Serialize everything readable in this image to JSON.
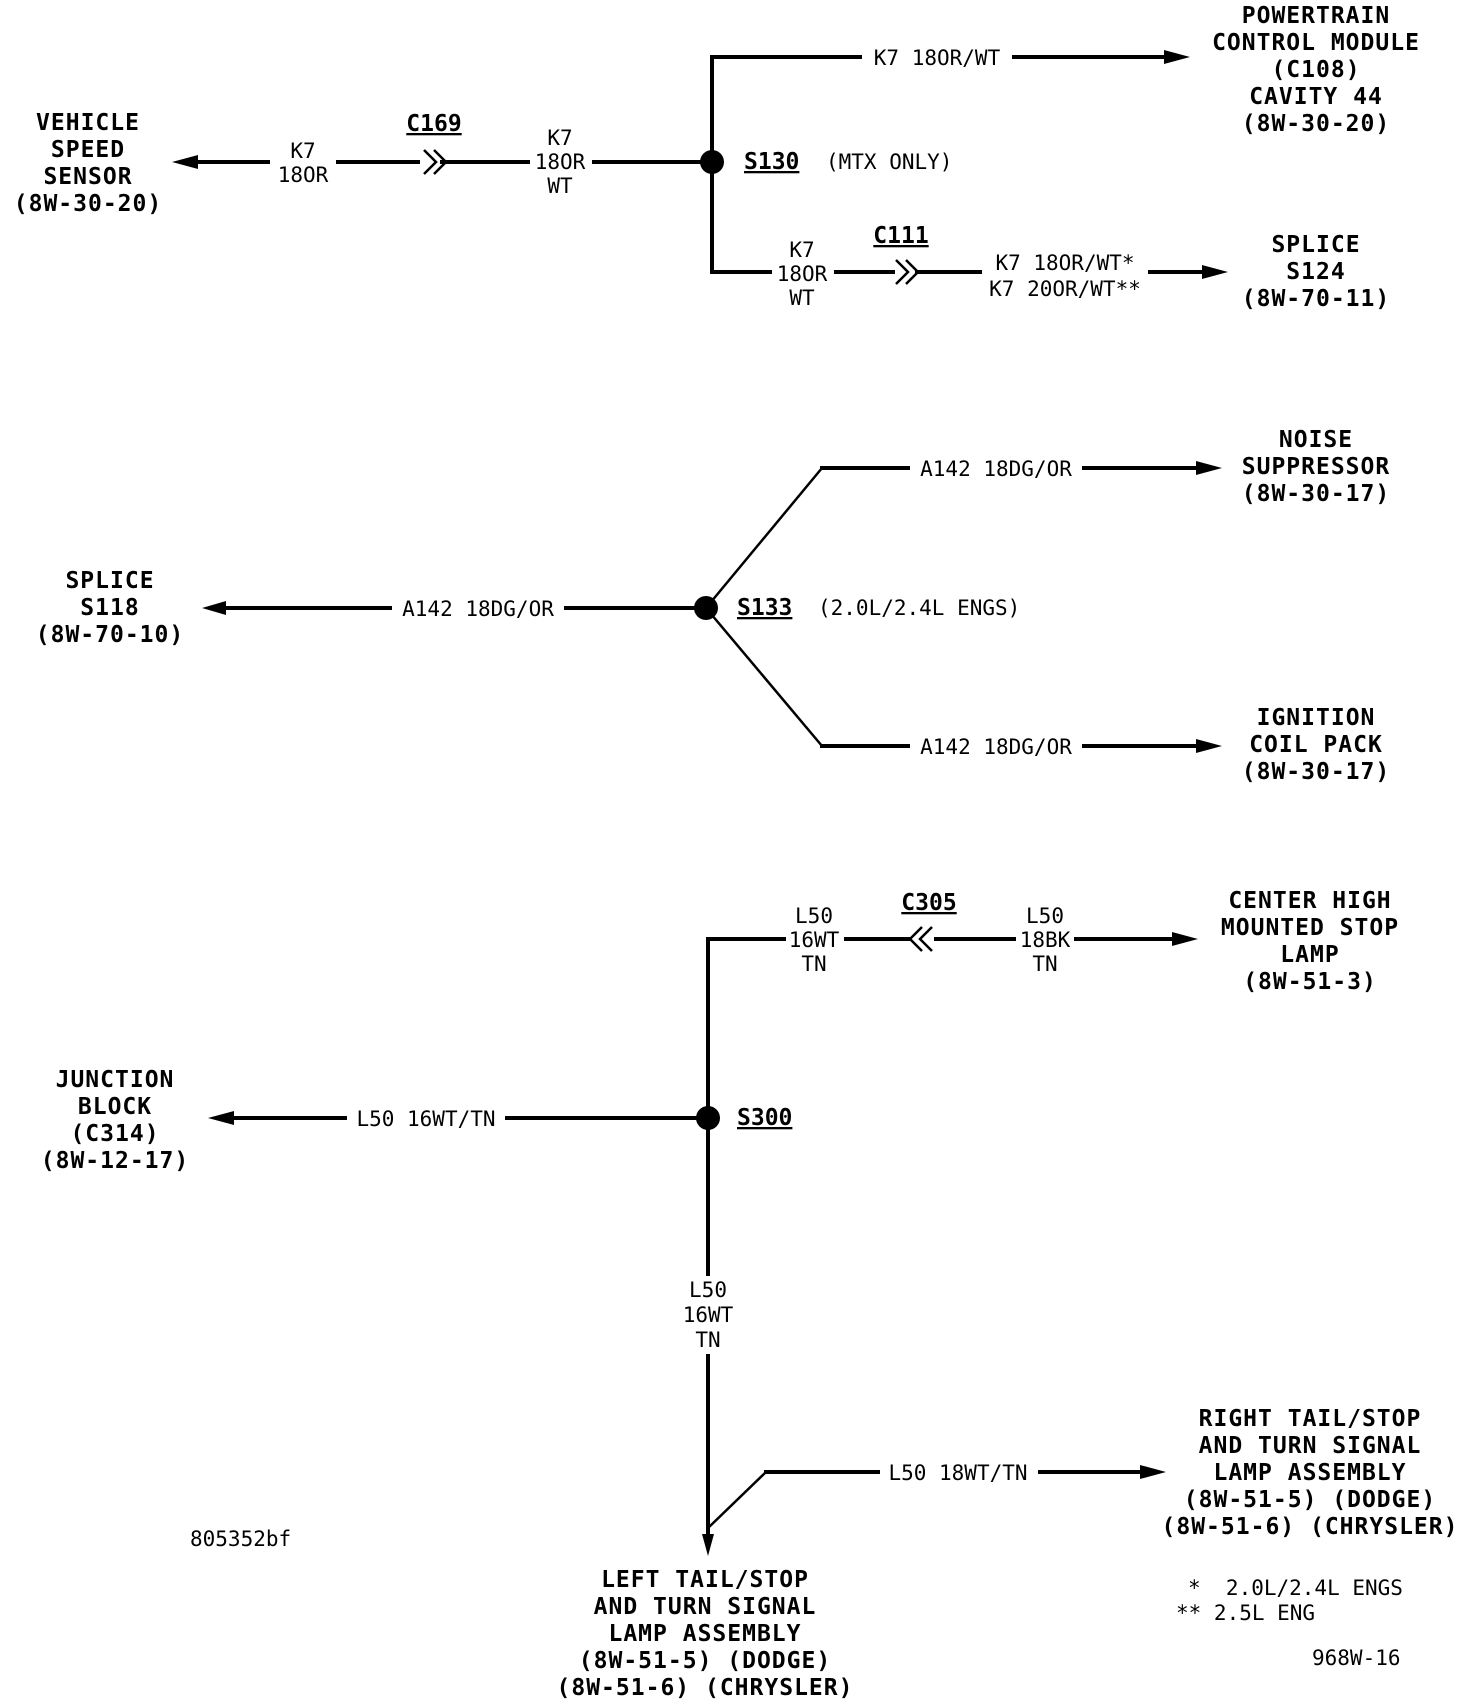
{
  "circuit1": {
    "vss": [
      "VEHICLE",
      "SPEED",
      "SENSOR",
      "(8W-30-20)"
    ],
    "pcm": [
      "POWERTRAIN",
      "CONTROL MODULE",
      "(C108)",
      "CAVITY 44",
      "(8W-30-20)"
    ],
    "s124": [
      "SPLICE",
      "S124",
      "(8W-70-11)"
    ],
    "wire_vss": [
      "K7",
      "18OR"
    ],
    "wire_s130_left": [
      "K7",
      "18OR",
      "WT"
    ],
    "wire_pcm": "K7  18OR/WT",
    "wire_s130_down": [
      "K7",
      "18OR",
      "WT"
    ],
    "wire_s124": [
      "K7  18OR/WT*",
      "K7  20OR/WT**"
    ],
    "c169": "C169",
    "c111": "C111",
    "s130": "S130",
    "s130_note": "(MTX ONLY)"
  },
  "circuit2": {
    "s118": [
      "SPLICE",
      "S118",
      "(8W-70-10)"
    ],
    "noise": [
      "NOISE",
      "SUPPRESSOR",
      "(8W-30-17)"
    ],
    "coil": [
      "IGNITION",
      "COIL PACK",
      "(8W-30-17)"
    ],
    "wire_left": "A142  18DG/OR",
    "wire_top": "A142  18DG/OR",
    "wire_bottom": "A142  18DG/OR",
    "s133": "S133",
    "s133_note": "(2.0L/2.4L ENGS)"
  },
  "circuit3": {
    "junction": [
      "JUNCTION",
      "BLOCK",
      "(C314)",
      "(8W-12-17)"
    ],
    "chmsl": [
      "CENTER HIGH",
      "MOUNTED STOP",
      "LAMP",
      "(8W-51-3)"
    ],
    "right_lamp": [
      "RIGHT TAIL/STOP",
      "AND TURN SIGNAL",
      "LAMP ASSEMBLY",
      "(8W-51-5) (DODGE)",
      "(8W-51-6) (CHRYSLER)"
    ],
    "left_lamp": [
      "LEFT TAIL/STOP",
      "AND TURN SIGNAL",
      "LAMP ASSEMBLY",
      "(8W-51-5) (DODGE)",
      "(8W-51-6) (CHRYSLER)"
    ],
    "wire_junction": "L50  16WT/TN",
    "wire_up_left": [
      "L50",
      "16WT",
      "TN"
    ],
    "wire_up_right": [
      "L50",
      "18BK",
      "TN"
    ],
    "wire_down": [
      "L50",
      "16WT",
      "TN"
    ],
    "wire_right_lamp": "L50  18WT/TN",
    "c305": "C305",
    "s300": "S300"
  },
  "footnotes": [
    "*  2.0L/2.4L ENGS",
    "** 2.5L ENG"
  ],
  "figure_id": "805352bf",
  "page_code": "968W-16"
}
